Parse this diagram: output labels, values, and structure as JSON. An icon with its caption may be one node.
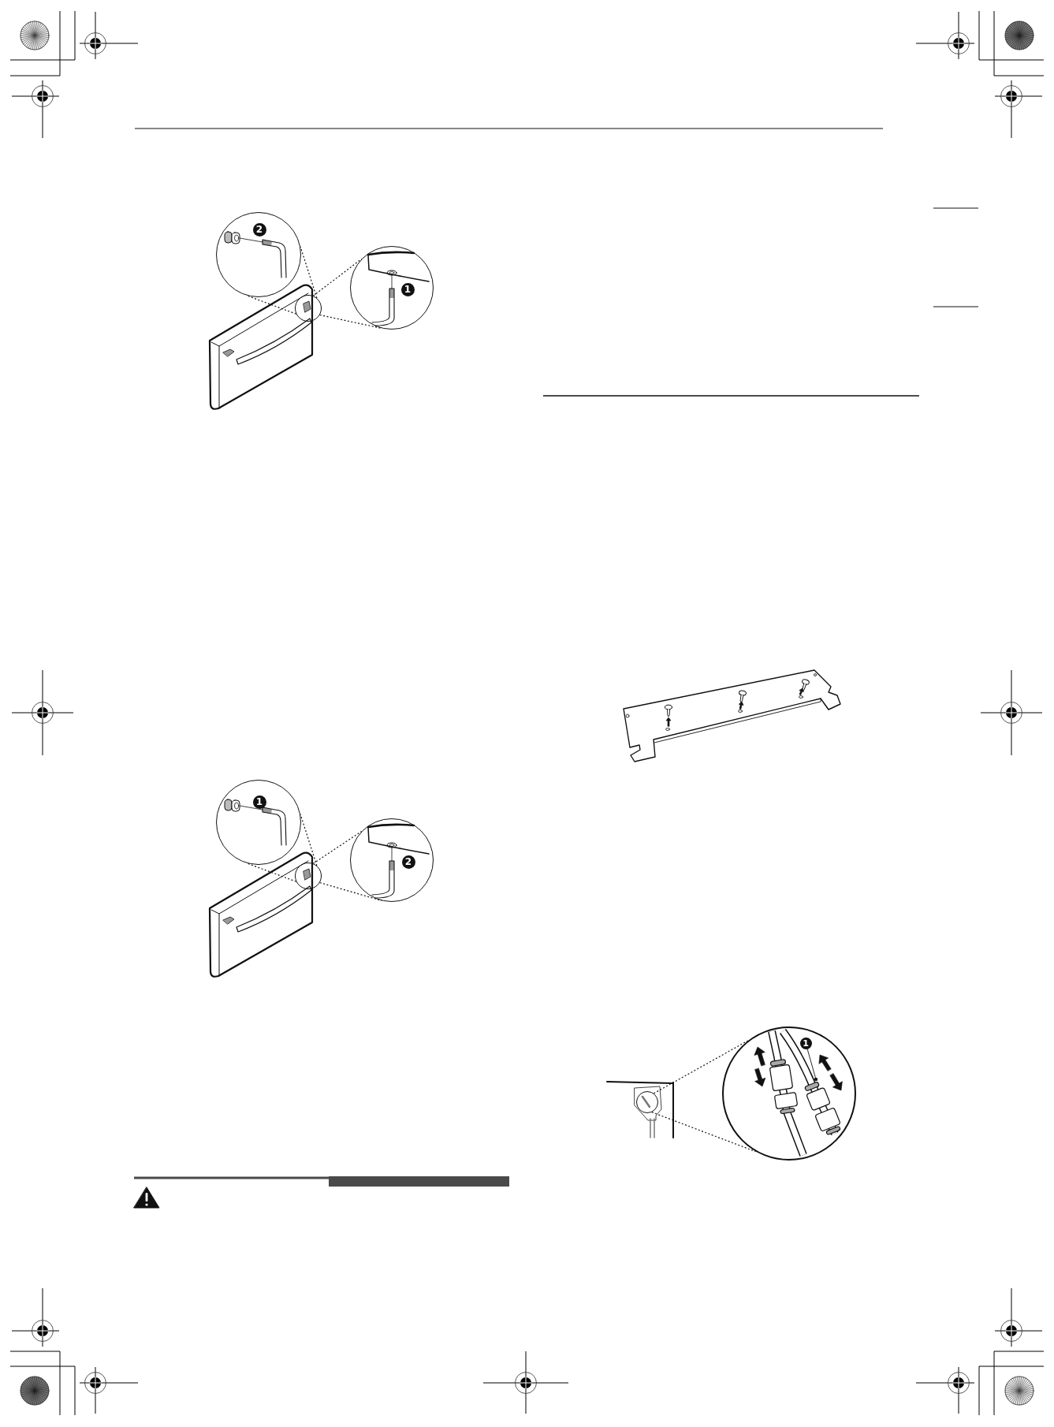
{
  "diagram": {
    "nodes": [
      {
        "text": [],
        "shape": "circle"
      },
      {
        "text": [],
        "shape": "circle"
      },
      {
        "text": [],
        "shape": "circle"
      },
      {
        "text": [],
        "shape": "circle"
      },
      {
        "text": [],
        "shape": "circle"
      },
      {
        "text": [],
        "shape": "circle"
      },
      {
        "text": [],
        "shape": "circle"
      },
      {
        "text": [],
        "shape": "circle"
      },
      {
        "text": [
          "1"
        ],
        "in": 7
      }
    ],
    "edges": [
      {
        "from": 2,
        "to": 0,
        "arrow": "none",
        "style": "dashed"
      },
      {
        "from": 2,
        "to": 0,
        "arrow": "none",
        "style": "dashed"
      },
      {
        "from": 2,
        "to": 1,
        "arrow": "none",
        "style": "dashed"
      },
      {
        "from": 2,
        "to": 1,
        "arrow": "none",
        "style": "dashed"
      },
      {
        "from": 5,
        "to": 3,
        "arrow": "none",
        "style": "dashed"
      },
      {
        "from": 5,
        "to": 3,
        "arrow": "none",
        "style": "dashed"
      },
      {
        "from": 5,
        "to": 4,
        "arrow": "none",
        "style": "dashed"
      },
      {
        "from": 5,
        "to": 4,
        "arrow": "none",
        "style": "dashed"
      },
      {
        "from": 6,
        "to": 7,
        "arrow": "none",
        "style": "dashed"
      },
      {
        "from": 6,
        "to": 7,
        "arrow": "none",
        "style": "dashed"
      },
      {
        "from": 8,
        "to": null,
        "arrow": "other"
      }
    ],
    "labels": [
      "2",
      "1",
      "1",
      "2"
    ]
  }
}
